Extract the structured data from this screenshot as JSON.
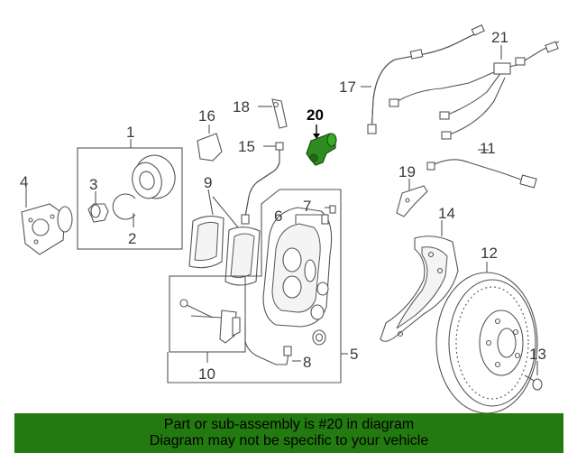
{
  "callouts": {
    "c1": "1",
    "c2": "2",
    "c3": "3",
    "c4": "4",
    "c5": "5",
    "c6": "6",
    "c7": "7",
    "c8": "8",
    "c9": "9",
    "c10": "10",
    "c11": "11",
    "c12": "12",
    "c13": "13",
    "c14": "14",
    "c15": "15",
    "c16": "16",
    "c17": "17",
    "c18": "18",
    "c19": "19",
    "c20": "20",
    "c21": "21"
  },
  "highlighted_part": "20",
  "colors": {
    "highlight": "#2e8b1e",
    "banner": "#237a10"
  },
  "banner": {
    "line1": "Part or sub-assembly is #20 in diagram",
    "line2": "Diagram may not be specific to your vehicle"
  }
}
